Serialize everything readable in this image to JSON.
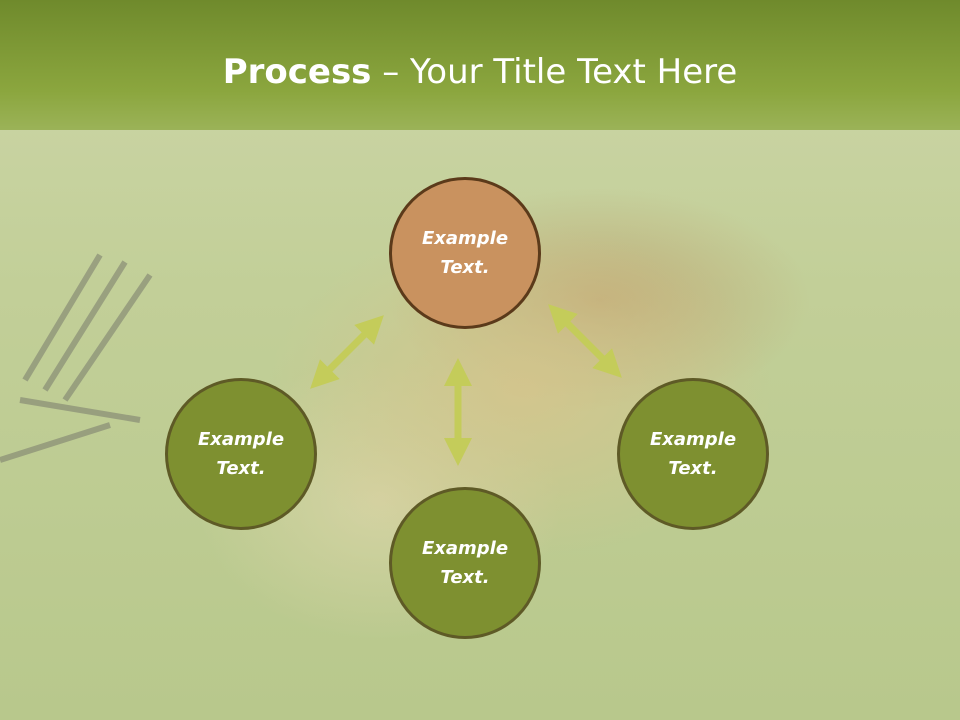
{
  "slide": {
    "title_bold": "Process",
    "title_rest": " – Your Title Text Here"
  },
  "process": {
    "nodes": [
      {
        "id": "top",
        "text": "Example Text."
      },
      {
        "id": "left",
        "text": "Example Text."
      },
      {
        "id": "right",
        "text": "Example Text."
      },
      {
        "id": "bottom",
        "text": "Example Text."
      }
    ]
  },
  "colors": {
    "title_bar": "#7f9b35",
    "node_primary": "#7e9030",
    "node_highlight": "#c9925f",
    "arrow": "#c4cc5a"
  }
}
